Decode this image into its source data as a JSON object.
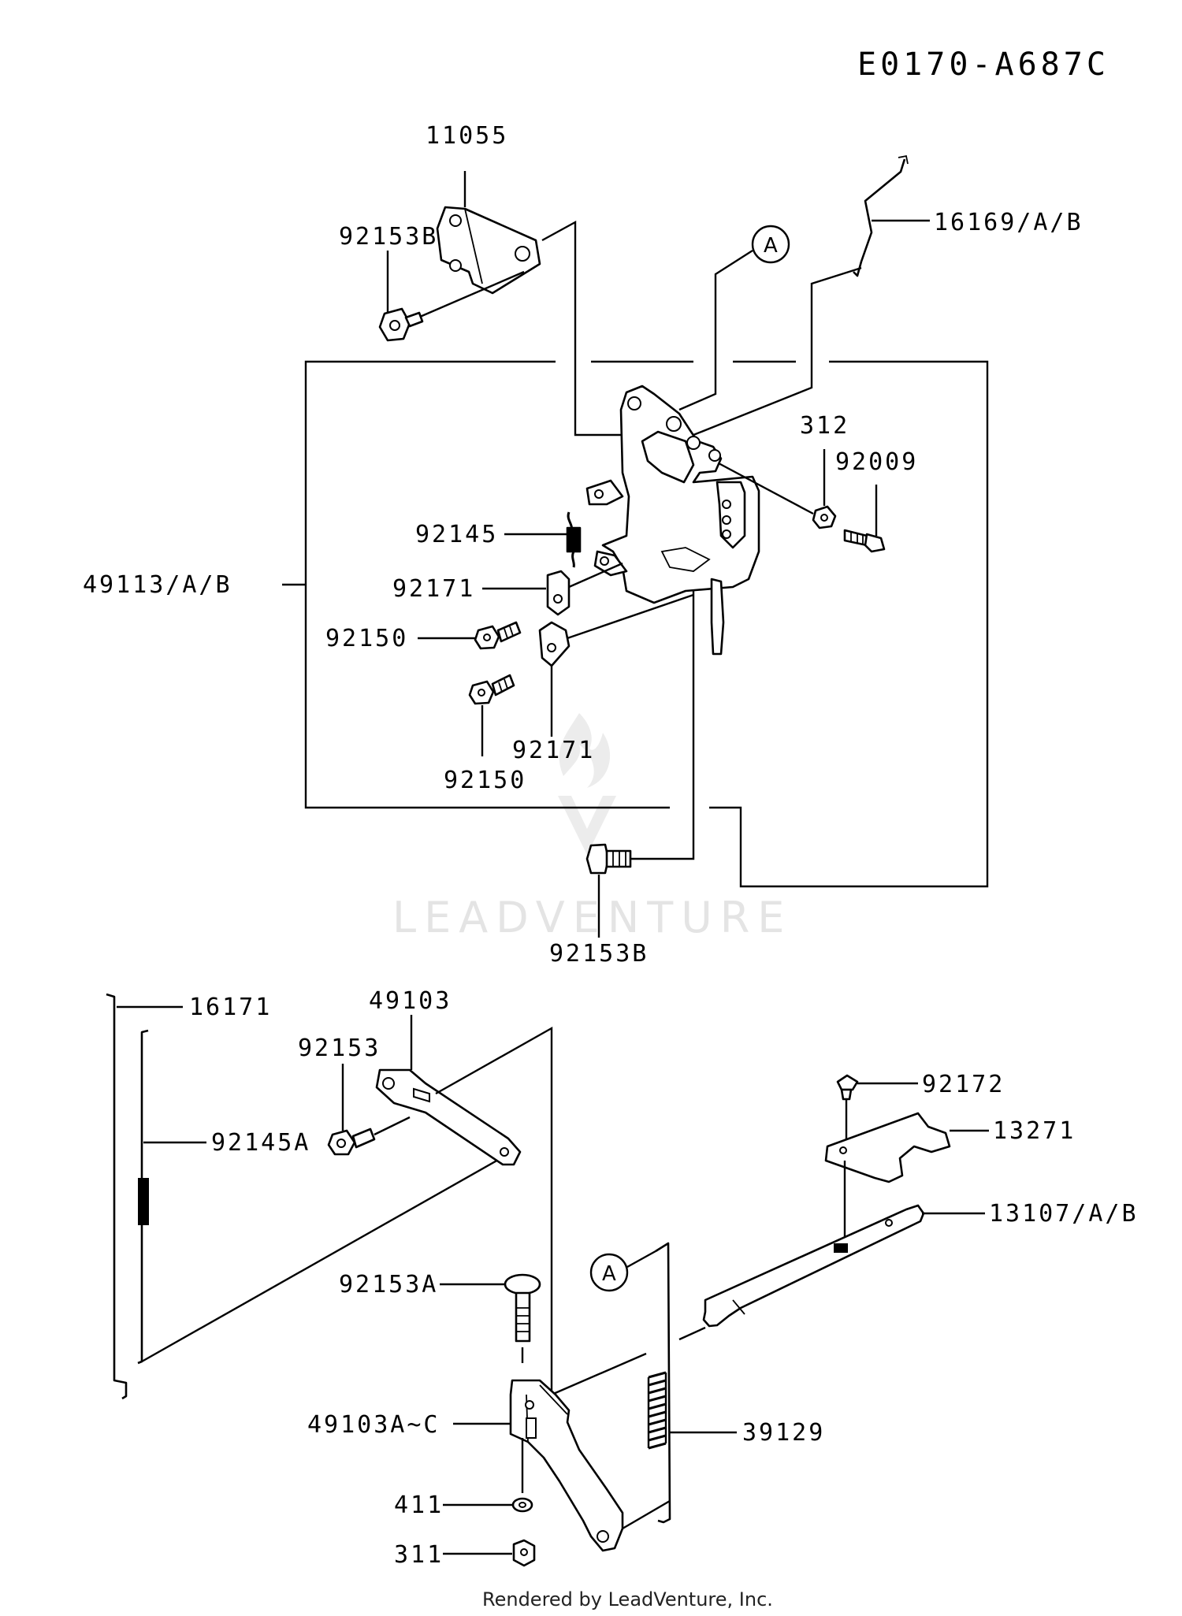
{
  "diagram_code": "E0170-A687C",
  "watermark": "LEADVENTURE",
  "footer": "Rendered by LeadVenture, Inc.",
  "callouts": {
    "upper": "A",
    "lower": "A"
  },
  "labels": {
    "p11055": "11055",
    "p92153B_top": "92153B",
    "p16169": "16169/A/B",
    "p312": "312",
    "p92009": "92009",
    "p92145": "92145",
    "p49113": "49113/A/B",
    "p92171_upper": "92171",
    "p92150_upper": "92150",
    "p92171_lower": "92171",
    "p92150_lower": "92150",
    "p92153B_bottom": "92153B",
    "p16171": "16171",
    "p49103": "49103",
    "p92153": "92153",
    "p92145A": "92145A",
    "p92172": "92172",
    "p13271": "13271",
    "p13107": "13107/A/B",
    "p92153A": "92153A",
    "p49103A": "49103A~C",
    "p39129": "39129",
    "p411": "411",
    "p311": "311"
  }
}
